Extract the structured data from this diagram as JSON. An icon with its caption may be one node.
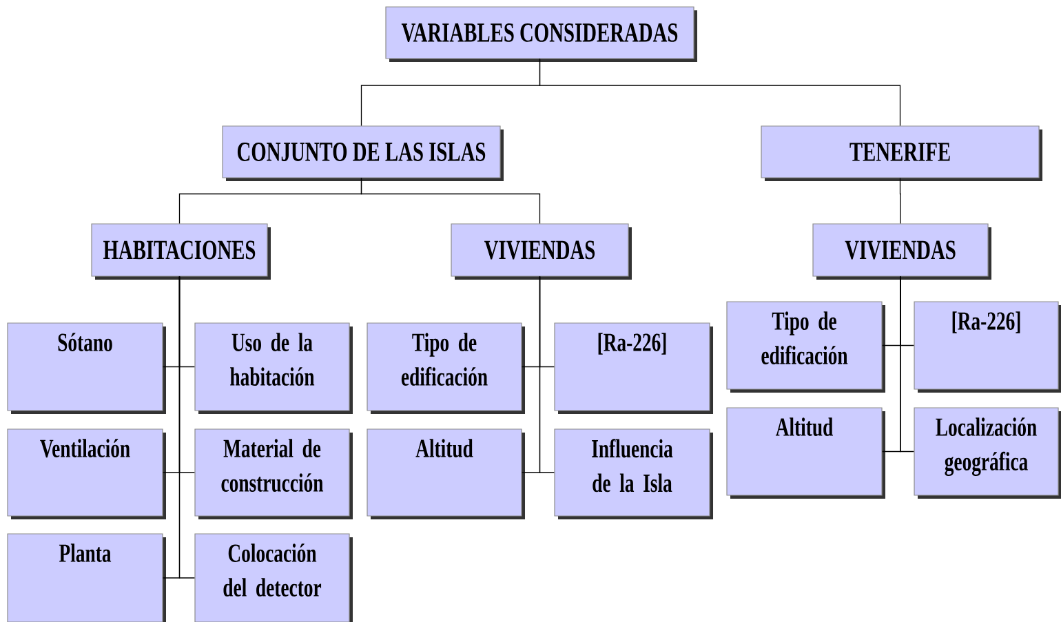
{
  "diagram": {
    "nodes": [
      {
        "text": [
          "VARIABLES CONSIDERADAS"
        ]
      },
      {
        "text": [
          "CONJUNTO DE LAS ISLAS"
        ]
      },
      {
        "text": [
          "TENERIFE"
        ]
      },
      {
        "text": [
          "HABITACIONES"
        ]
      },
      {
        "text": [
          "VIVIENDAS"
        ]
      },
      {
        "text": [
          "VIVIENDAS"
        ]
      },
      {
        "text": [
          "Sótano"
        ]
      },
      {
        "text": [
          "Uso de la habitación"
        ]
      },
      {
        "text": [
          "Ventilación"
        ]
      },
      {
        "text": [
          "Material de construcción"
        ]
      },
      {
        "text": [
          "Planta"
        ]
      },
      {
        "text": [
          "Colocación del detector"
        ]
      },
      {
        "text": [
          "Tipo de edificación"
        ]
      },
      {
        "text": [
          "[Ra-226]"
        ]
      },
      {
        "text": [
          "Altitud"
        ]
      },
      {
        "text": [
          "Influencia de la Isla"
        ]
      },
      {
        "text": [
          "Tipo de edificación"
        ]
      },
      {
        "text": [
          "[Ra-226]"
        ]
      },
      {
        "text": [
          "Altitud"
        ]
      },
      {
        "text": [
          "Localización geográfica"
        ]
      }
    ],
    "edges": [
      {
        "from": 0,
        "to": 1,
        "arrow": "none"
      },
      {
        "from": 0,
        "to": 2,
        "arrow": "none"
      },
      {
        "from": 1,
        "to": 3,
        "arrow": "none"
      },
      {
        "from": 1,
        "to": 4,
        "arrow": "none"
      },
      {
        "from": 2,
        "to": 5,
        "arrow": "none"
      },
      {
        "from": 3,
        "to": 6,
        "arrow": "none"
      },
      {
        "from": 3,
        "to": 7,
        "arrow": "none"
      },
      {
        "from": 3,
        "to": 8,
        "arrow": "none"
      },
      {
        "from": 3,
        "to": 9,
        "arrow": "none"
      },
      {
        "from": 3,
        "to": 10,
        "arrow": "none"
      },
      {
        "from": 3,
        "to": 11,
        "arrow": "none"
      },
      {
        "from": 4,
        "to": 12,
        "arrow": "none"
      },
      {
        "from": 4,
        "to": 13,
        "arrow": "none"
      },
      {
        "from": 4,
        "to": 14,
        "arrow": "none"
      },
      {
        "from": 4,
        "to": 15,
        "arrow": "none"
      },
      {
        "from": 5,
        "to": 16,
        "arrow": "none"
      },
      {
        "from": 5,
        "to": 17,
        "arrow": "none"
      },
      {
        "from": 5,
        "to": 18,
        "arrow": "none"
      },
      {
        "from": 5,
        "to": 19,
        "arrow": "none"
      }
    ]
  }
}
